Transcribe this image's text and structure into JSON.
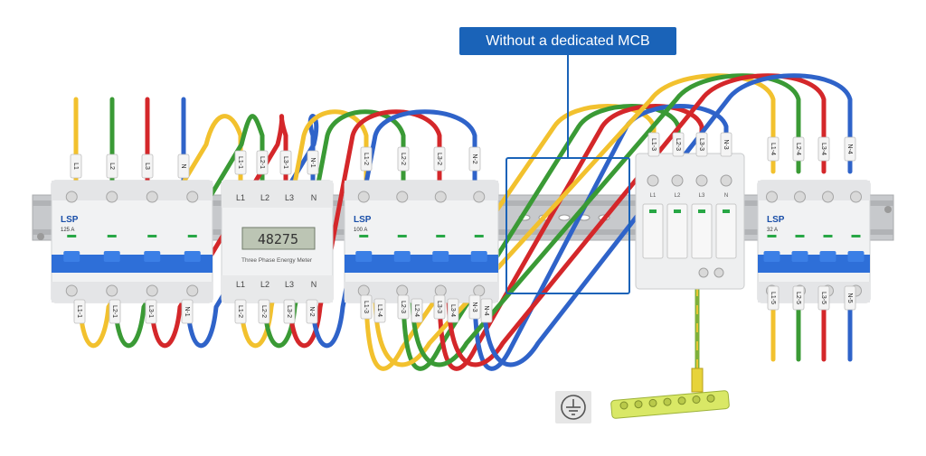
{
  "callout": {
    "text": "Without a dedicated MCB"
  },
  "main_breaker": {
    "brand": "LSP",
    "rating": "125 A",
    "top_labels": [
      "L1",
      "L2",
      "L3",
      "N"
    ],
    "bottom_labels": [
      "L1-1",
      "L2-1",
      "L3-1",
      "N-1"
    ]
  },
  "energy_meter": {
    "display": "48275",
    "caption": "Three Phase Energy Meter",
    "top_terminals": [
      "L1",
      "L2",
      "L3",
      "N"
    ],
    "bottom_terminals": [
      "L1",
      "L2",
      "L3",
      "N"
    ],
    "top_wire_labels": [
      "L1-1",
      "L2-1",
      "L3-1",
      "N-1"
    ],
    "bottom_wire_labels": [
      "L1-2",
      "L2-2",
      "L3-2",
      "N-2"
    ]
  },
  "breaker_100": {
    "brand": "LSP",
    "rating": "100 A",
    "top_labels": [
      "L1-2",
      "L2-2",
      "L3-2",
      "N-2"
    ],
    "bottom_labels": [
      "L1-3",
      "L2-3",
      "L3-3",
      "N-3",
      "L1-4",
      "L2-4",
      "L3-4",
      "N-4"
    ]
  },
  "spd": {
    "top_labels": [
      "L1-3",
      "L2-3",
      "L3-3",
      "N-3"
    ],
    "terminal_labels": [
      "L1",
      "L2",
      "L3",
      "N"
    ]
  },
  "breaker_32": {
    "brand": "LSP",
    "rating": "32 A",
    "top_labels": [
      "L1-4",
      "L2-4",
      "L3-4",
      "N-4"
    ],
    "bottom_labels": [
      "L1-5",
      "L2-5",
      "L3-5",
      "N-5"
    ]
  },
  "colors": {
    "L1": "#f2c12e",
    "L2": "#3a9a35",
    "L3": "#d4272a",
    "N": "#2f63c9",
    "earth": "#7fb03a",
    "accent": "#1a63b8",
    "toggle": "#2e6fd8"
  }
}
